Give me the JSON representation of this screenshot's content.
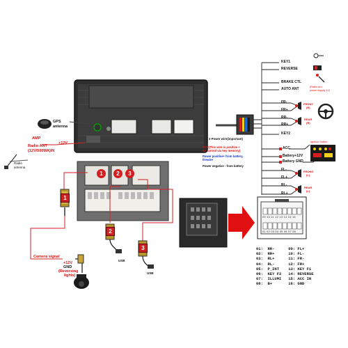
{
  "gps": {
    "label_line1": "GPS",
    "label_line2": "antenna"
  },
  "amp": {
    "label": "AMP"
  },
  "radio_ant": {
    "label": "Radio ANT",
    "spec": "(12V/500MA)IN",
    "voltage": "+12V"
  },
  "radio_antenna": {
    "line1": "Radio",
    "line2": "antenna"
  },
  "connector_markers": [
    "1",
    "2",
    "3"
  ],
  "usb_labels": [
    "USB",
    "USB"
  ],
  "camera": {
    "signal": "Camera signal",
    "voltage": "+12V",
    "gnd": "GND",
    "note1": "(Reversing",
    "note2": "lights)"
  },
  "right_wires": {
    "key1": "KEY1",
    "reverse": "REVERSE",
    "brake": "BRAKE CTL",
    "auto_ant": "AUTO ANT",
    "radio_ant_note1": "(Radio ant",
    "radio_ant_note2": "power supply 12)",
    "fr_minus": "FR-",
    "fr_plus": "FR+",
    "rr_minus": "RR-",
    "rr_plus": "RR+",
    "front_r": "FRONT",
    "front_r2": "(R)",
    "rear_r": "REAR",
    "rear_r2": "(R)",
    "key2": "KEY2",
    "acc": "ACC",
    "battery": "Battery+12V",
    "battery_gnd": "Battery GND",
    "ignition": "Ignition Switch",
    "fl_minus": "FL-",
    "fl_plus": "FL+",
    "rl_minus": "RL-",
    "rl_plus": "RL+",
    "front_l": "FRONG",
    "front_l2": "(L)",
    "rear_l": "REAR",
    "rear_l2": "(L)"
  },
  "power_notes": {
    "title": "3 Power wire(important)",
    "acc_line1": "ACC(This wire is positive +",
    "acc_line2": "be control via key memory)",
    "pos_line1": "Power positive+ from battery,",
    "pos_line2": "firewire",
    "neg": "Power negative - from battery"
  },
  "pinout": {
    "top_numbers": "09 10 11 12 13 14 15 16",
    "bottom_numbers": "01 02 03 04 05 06 07 08",
    "rows": [
      "01:  RR-      09: FL+",
      "02:  RR+      10: FL-",
      "03:  RL+      11: FR-",
      "04:  RL-      12: FR+",
      "05:  P_INT    13: KEY F1",
      "06:  KEY F2   14: REVERSE",
      "07:  ILLUMI   15: ACC IN",
      "08:  B+       16: GND"
    ]
  },
  "colors": {
    "accent_red": "#d31f1f",
    "blue_note": "#1030d0",
    "unit_body": "#3a3a3a"
  }
}
